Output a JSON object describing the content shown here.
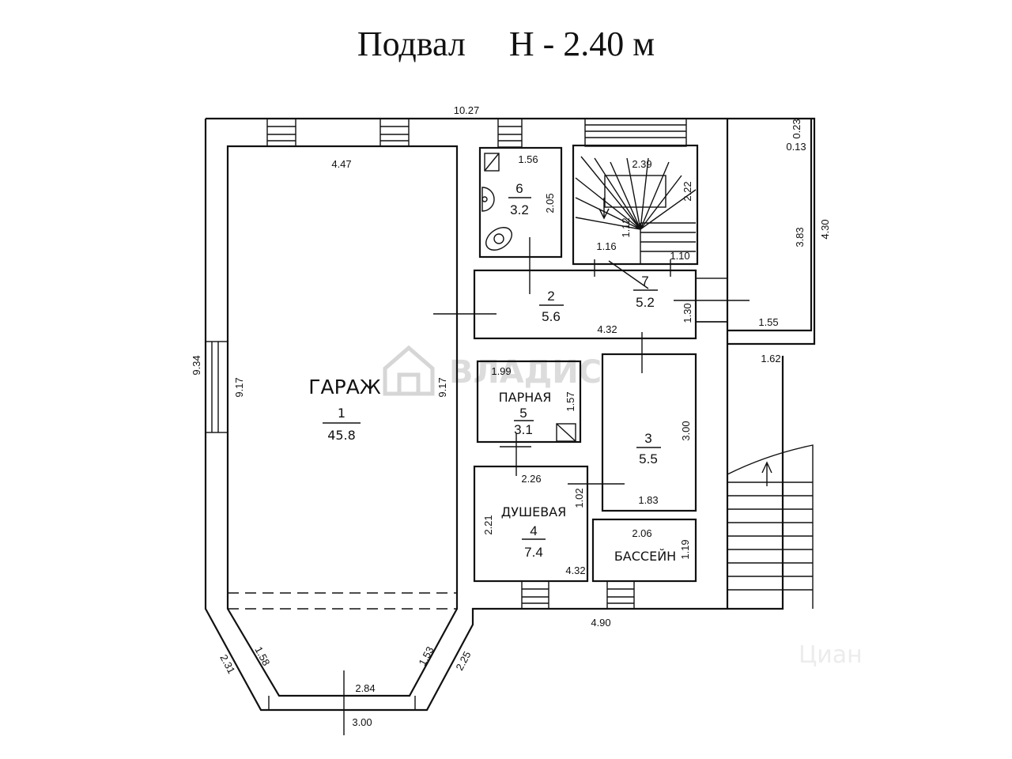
{
  "title": "Подвал     Н - 2.40 м",
  "watermark": {
    "brand": "ВЛАДИС",
    "site": "Циан"
  },
  "rooms": {
    "garage": {
      "name": "ГАРАЖ",
      "number": "1",
      "area": "45.8"
    },
    "corridor": {
      "number": "2",
      "area": "5.6"
    },
    "room3": {
      "number": "3",
      "area": "5.5"
    },
    "shower": {
      "name": "ДУШЕВАЯ",
      "number": "4",
      "area": "7.4"
    },
    "sauna": {
      "name": "ПАРНАЯ",
      "number": "5",
      "area": "3.1"
    },
    "wc": {
      "number": "6",
      "area": "3.2"
    },
    "stairs": {
      "number": "7",
      "area": "5.2"
    },
    "pool": {
      "name": "БАССЕЙН"
    }
  },
  "dimensions": {
    "top_total": "10.27",
    "garage_width": "4.47",
    "garage_left_outer": "9.34",
    "garage_left_inner": "9.17",
    "garage_right_inner": "9.17",
    "wc_width": "1.56",
    "wc_height": "2.05",
    "stairs_width": "2.39",
    "stairs_height": "2.22",
    "stairs_mid": "1.12",
    "stairs_left": "1.16",
    "stairs_right": "1.10",
    "right_0_23": "0.23",
    "right_0_13": "0.13",
    "right_3_83": "3.83",
    "right_4_30": "4.30",
    "right_1_55": "1.55",
    "right_1_62": "1.62",
    "corridor_length": "4.32",
    "corridor_height": "1.30",
    "sauna_width": "1.99",
    "sauna_height": "1.57",
    "room3_height": "3.00",
    "room3_width": "1.83",
    "shower_top": "2.26",
    "shower_side": "1.02",
    "shower_height": "2.21",
    "shower_bottom": "4.32",
    "pool_width": "2.06",
    "pool_height": "1.19",
    "bottom_4_90": "4.90",
    "bay_2_31": "2.31",
    "bay_1_58": "1.58",
    "bay_1_53": "1.53",
    "bay_2_25": "2.25",
    "bay_2_84": "2.84",
    "bay_3_00": "3.00"
  }
}
